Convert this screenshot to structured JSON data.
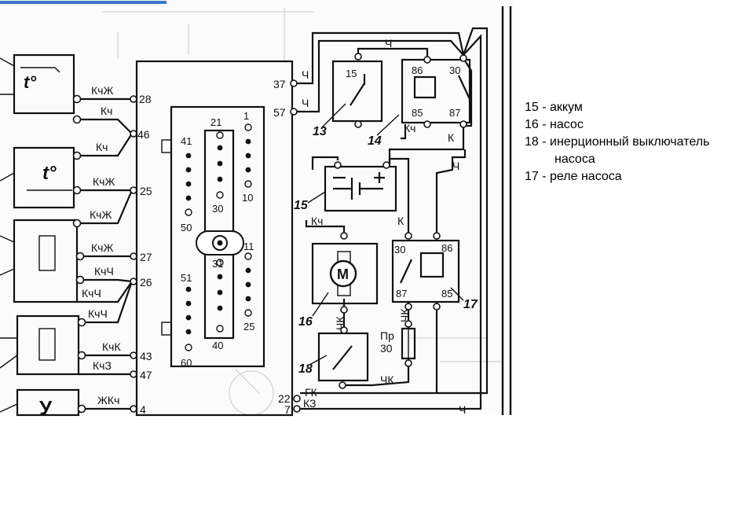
{
  "legend": [
    "15 - аккум",
    "16 - насос",
    "18 - инерционный выключатель",
    "насоса",
    "17 - реле насоса"
  ],
  "left_pins": [
    "28",
    "46",
    "25",
    "27",
    "26",
    "43",
    "47",
    "4"
  ],
  "left_wires": [
    "КчЖ",
    "Кч",
    "Кч",
    "КчЖ",
    "КчЖ",
    "КчЖ",
    "КчЧ",
    "КчЧ",
    "КчЧ",
    "КчК",
    "КчЗ",
    "ЖКч"
  ],
  "left_sensor_text": "t°",
  "left_bottom_symbol": "У",
  "connector_pins": [
    "21",
    "1",
    "41",
    "10",
    "30",
    "50",
    "11",
    "31",
    "51",
    "25",
    "40",
    "60"
  ],
  "mid_pins": [
    "37",
    "57",
    "22",
    "7"
  ],
  "mid_wires": [
    "Ч",
    "Ч",
    "ГК",
    "КЗ"
  ],
  "relay14_terms": [
    "15",
    "86",
    "30",
    "85",
    "87"
  ],
  "relay17_terms": [
    "30",
    "86",
    "87",
    "85"
  ],
  "pump_symbol": "M",
  "fuse_label": "Пр\n30",
  "wire_colors_right": [
    "Ч",
    "Кч",
    "К",
    "Ч",
    "Кч",
    "К",
    "ЧК",
    "ЧК",
    "ЧК",
    "Ч"
  ],
  "component_numbers": [
    "13",
    "14",
    "15",
    "16",
    "17",
    "18"
  ]
}
